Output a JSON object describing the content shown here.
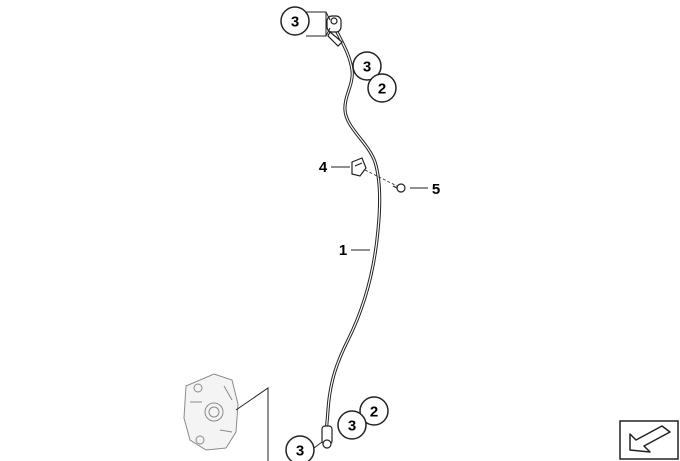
{
  "diagram": {
    "callouts": {
      "top_left": "3",
      "top_mid": "3",
      "top_low": "2",
      "bottom_mid": "3",
      "bottom_right": "2",
      "bottom_left": "3"
    },
    "labels": {
      "part_4": "4",
      "part_5": "5",
      "part_1": "1"
    },
    "nav": {
      "icon": "arrow-down-left-icon"
    }
  }
}
